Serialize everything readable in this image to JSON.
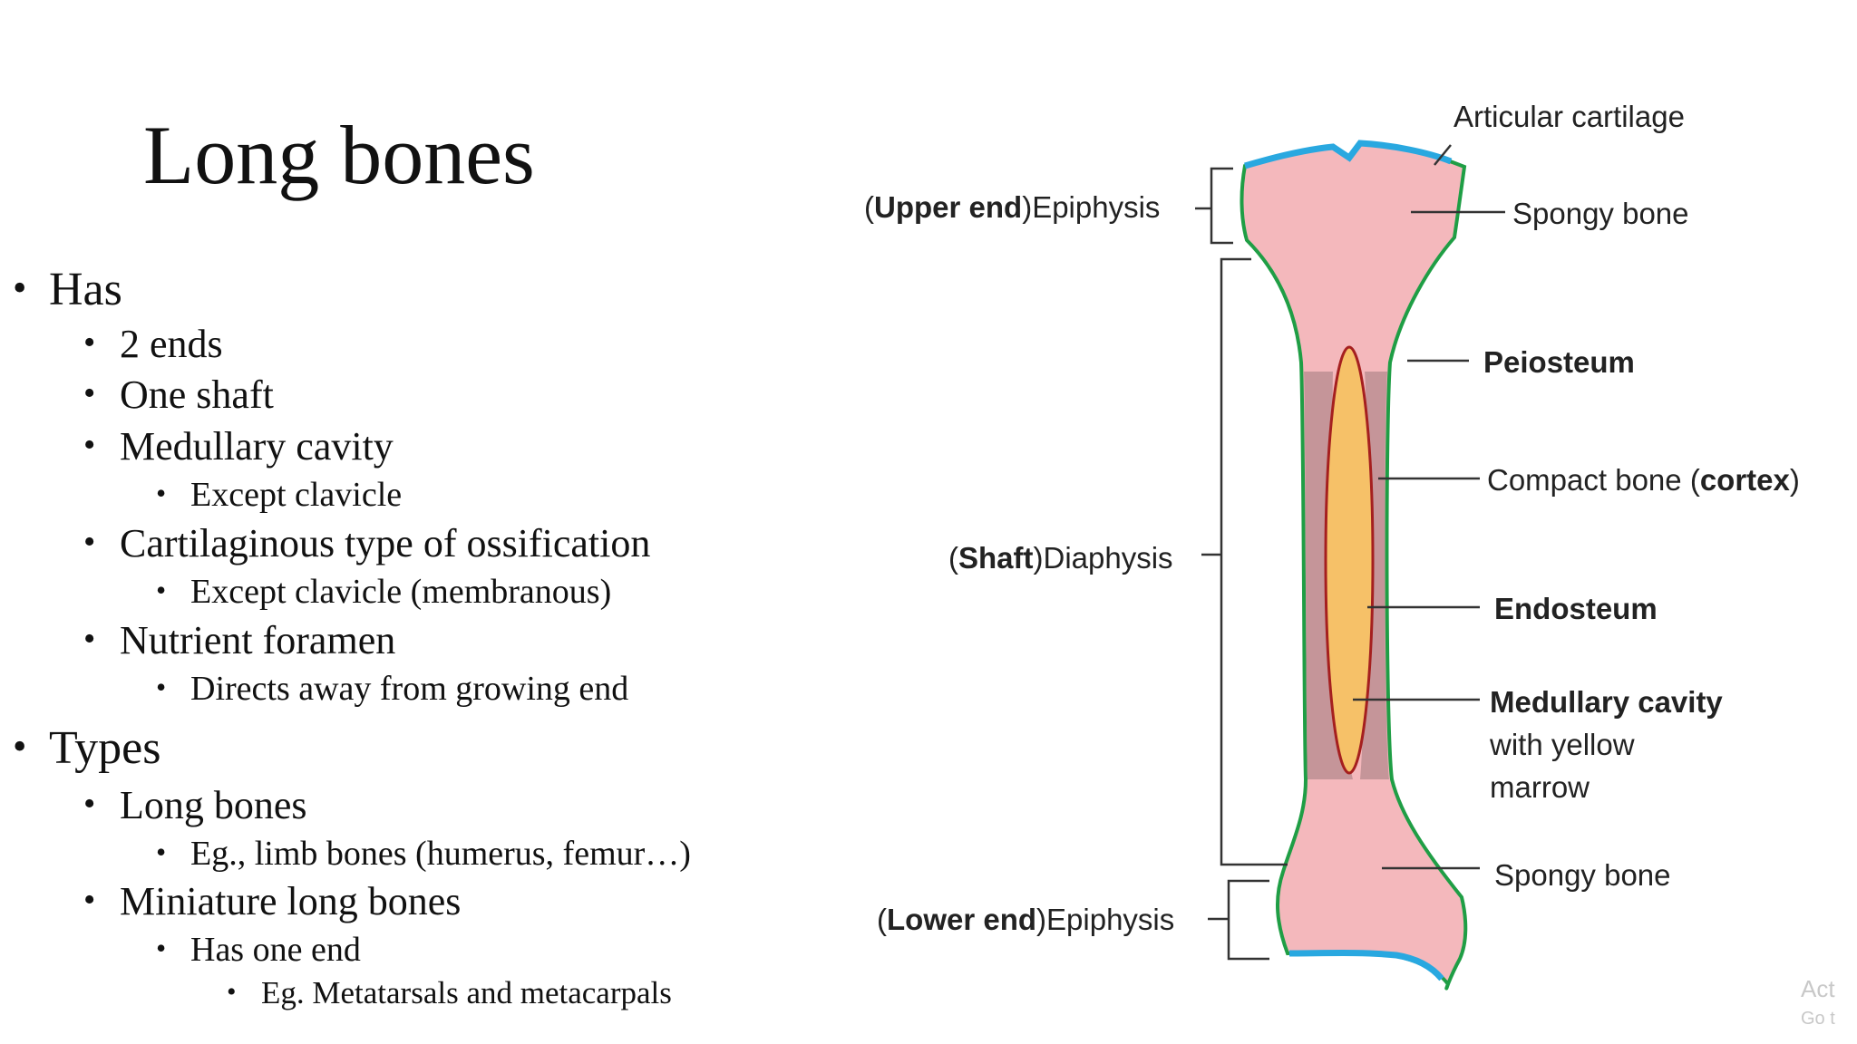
{
  "slide": {
    "title": "Long bones",
    "bullets": [
      {
        "text": "Has"
      },
      {
        "text": "2 ends"
      },
      {
        "text": "One shaft"
      },
      {
        "text": "Medullary cavity"
      },
      {
        "text": "Except clavicle"
      },
      {
        "text": "Cartilaginous type of ossification"
      },
      {
        "text": "Except clavicle (membranous)"
      },
      {
        "text": "Nutrient foramen"
      },
      {
        "text": "Directs away from growing end"
      },
      {
        "text": "Types"
      },
      {
        "text": "Long bones"
      },
      {
        "text": "Eg., limb bones (humerus, femur…)"
      },
      {
        "text": "Miniature long bones"
      },
      {
        "text": "Has one end"
      },
      {
        "text": "Eg. Metatarsals and metacarpals"
      }
    ],
    "bullet_glyph": "•"
  },
  "diagram": {
    "labels": {
      "upper_epiphysis": {
        "bold": "Upper end",
        "rest": "Epiphysis"
      },
      "diaphysis": {
        "bold": "Shaft",
        "rest": "Diaphysis"
      },
      "lower_epiphysis": {
        "bold": "Lower end",
        "rest": "Epiphysis"
      },
      "articular_cartilage": "Articular cartilage",
      "spongy_bone_top": "Spongy bone",
      "periosteum": "Peiosteum",
      "compact_bone": {
        "text": "Compact bone ",
        "bold": "cortex"
      },
      "endosteum": "Endosteum",
      "medullary_cavity": {
        "bold": "Medullary cavity",
        "line2": "with yellow",
        "line3": "marrow"
      },
      "spongy_bone_bottom": "Spongy bone"
    },
    "colors": {
      "bone_fill": "#f4b8bc",
      "cortex": "#b58a8e",
      "marrow": "#f6c168",
      "cartilage": "#29a8e0",
      "periosteum_outline": "#1f9e45",
      "marrow_outline": "#a51f1f"
    }
  },
  "watermark": {
    "line1": "Act",
    "line2": "Go t"
  }
}
